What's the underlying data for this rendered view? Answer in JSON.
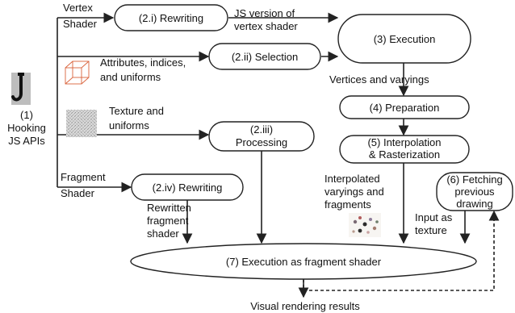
{
  "hook": {
    "labels": [
      "(1)",
      "Hooking",
      "JS APIs"
    ]
  },
  "branches": {
    "vertex_shader": [
      "Vertex",
      "Shader"
    ],
    "attributes": [
      "Attributes, indices,",
      "and uniforms"
    ],
    "texture": [
      "Texture and",
      "uniforms"
    ],
    "fragment_shader": [
      "Fragment",
      "Shader"
    ]
  },
  "nodes": {
    "rewriting_vertex": [
      "(2.i) Rewriting"
    ],
    "selection": [
      "(2.ii) Selection"
    ],
    "processing": [
      "(2.iii)",
      "Processing"
    ],
    "rewriting_fragment": [
      "(2.iv) Rewriting"
    ],
    "execution": [
      "(3) Execution"
    ],
    "preparation": [
      "(4) Preparation"
    ],
    "interpolation": [
      "(5) Interpolation",
      "& Rasterization"
    ],
    "fetching": [
      "(6) Fetching",
      "previous",
      "drawing"
    ],
    "execution_fragment": [
      "(7) Execution as fragment shader"
    ]
  },
  "edge_labels": {
    "js_vertex": [
      "JS version of",
      "vertex shader"
    ],
    "vertices_varyings": [
      "Vertices and varyings"
    ],
    "interpolated": [
      "Interpolated",
      "varyings and",
      "fragments"
    ],
    "input_texture": [
      "Input as",
      "texture"
    ],
    "rewritten_fragment": [
      "Rewritten",
      "fragment",
      "shader"
    ],
    "visual_results": [
      "Visual rendering results"
    ]
  },
  "icons": {
    "hook": "hook-icon",
    "cube": "wireframe-cube-icon",
    "texture": "noise-texture-icon",
    "fragments": "fragment-particles-icon"
  }
}
